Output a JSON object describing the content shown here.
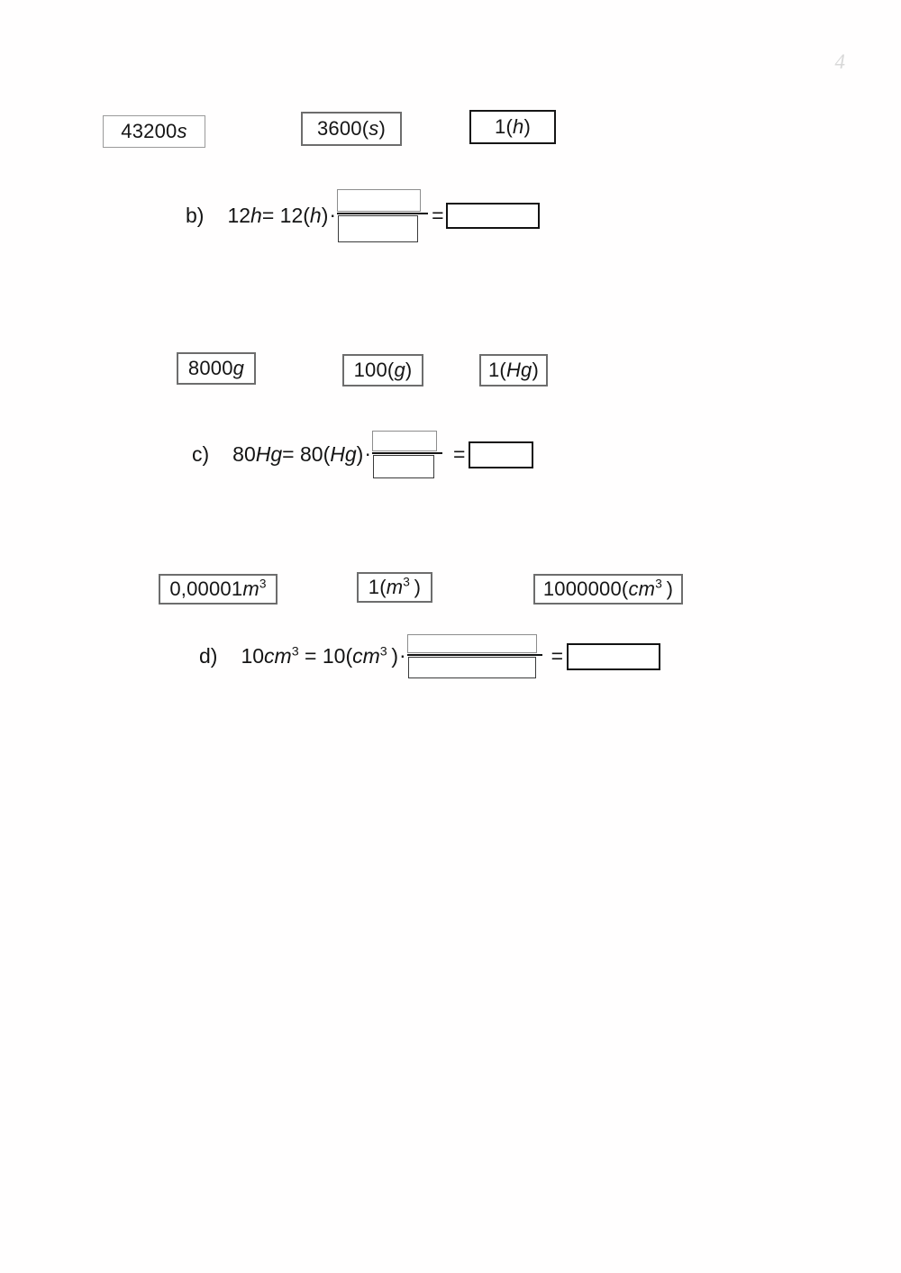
{
  "page": {
    "number": "4",
    "background": "#ffffff",
    "ink": "#141414"
  },
  "rows": [
    {
      "id": "row-b",
      "reference_boxes": [
        {
          "name": "ref-43200s",
          "text": "43200s",
          "value": "43200",
          "unit": "s",
          "border": "thin"
        },
        {
          "name": "ref-3600s",
          "text": "3600(s)",
          "value": "3600",
          "unit": "s",
          "border": "medium"
        },
        {
          "name": "ref-1h",
          "text": "1(h)",
          "value": "1",
          "unit": "h",
          "border": "dark"
        }
      ],
      "equation": {
        "label": "b)",
        "quantity": "12",
        "quantity_unit": "h",
        "factor": "12",
        "factor_unit": "h",
        "multiply_sign": "·",
        "equals_sign": "=",
        "numerator_value": "",
        "denominator_value": "",
        "result_value": ""
      }
    },
    {
      "id": "row-c",
      "reference_boxes": [
        {
          "name": "ref-8000g",
          "text": "8000g",
          "value": "8000",
          "unit": "g",
          "border": "medium"
        },
        {
          "name": "ref-100g",
          "text": "100(g)",
          "value": "100",
          "unit": "g",
          "border": "medium"
        },
        {
          "name": "ref-1hg",
          "text": "1(Hg)",
          "value": "1",
          "unit": "Hg",
          "border": "medium"
        }
      ],
      "equation": {
        "label": "c)",
        "quantity": "80",
        "quantity_unit": "Hg",
        "factor": "80",
        "factor_unit": "Hg",
        "multiply_sign": "·",
        "equals_sign": "=",
        "numerator_value": "",
        "denominator_value": "",
        "result_value": ""
      }
    },
    {
      "id": "row-d",
      "reference_boxes": [
        {
          "name": "ref-000001m3",
          "text": "0,00001m³",
          "value": "0,00001",
          "unit": "m³",
          "border": "medium"
        },
        {
          "name": "ref-1m3",
          "text": "1(m³)",
          "value": "1",
          "unit": "m³",
          "border": "medium"
        },
        {
          "name": "ref-1000000cm3",
          "text": "1000000(cm³)",
          "value": "1000000",
          "unit": "cm³",
          "border": "medium"
        }
      ],
      "equation": {
        "label": "d)",
        "quantity": "10",
        "quantity_unit": "cm³",
        "factor": "10",
        "factor_unit": "cm³",
        "multiply_sign": "·",
        "equals_sign": "=",
        "numerator_value": "",
        "denominator_value": "",
        "result_value": ""
      }
    }
  ]
}
